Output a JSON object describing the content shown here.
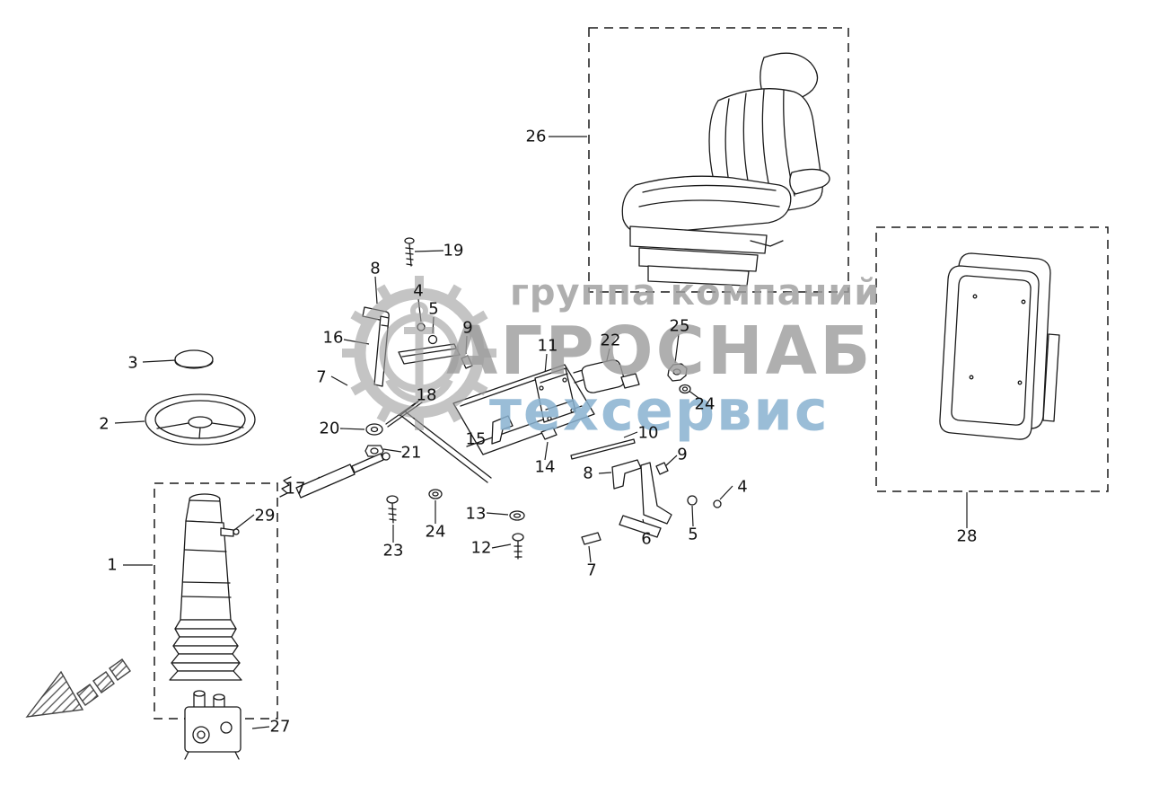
{
  "diagram": {
    "kind": "exploded-parts-diagram"
  },
  "watermark": {
    "line1": "группа компаний",
    "line2": "АГРОСНАБ",
    "line3": "техсервис",
    "gray_color": "#9e9e9e",
    "blue_color": "#88b2d0"
  },
  "labels": [
    "26",
    "3",
    "2",
    "16",
    "19",
    "8",
    "4",
    "5",
    "9",
    "11",
    "22",
    "25",
    "7",
    "18",
    "24",
    "20",
    "15",
    "10",
    "21",
    "14",
    "9",
    "8",
    "17",
    "29",
    "23",
    "24",
    "13",
    "12",
    "6",
    "4",
    "5",
    "7",
    "1",
    "27",
    "28"
  ]
}
